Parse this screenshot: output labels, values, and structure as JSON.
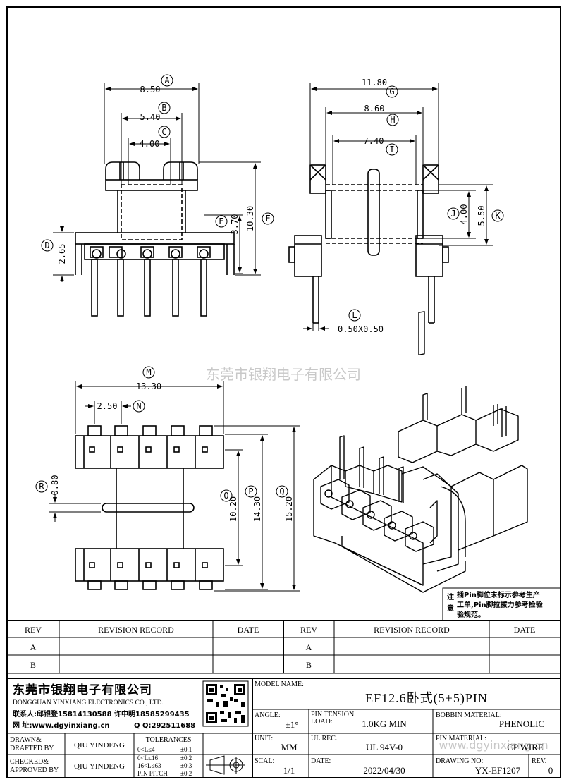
{
  "dims": {
    "A": {
      "letter": "A",
      "value": "8.50"
    },
    "B": {
      "letter": "B",
      "value": "5.40"
    },
    "C": {
      "letter": "C",
      "value": "4.00"
    },
    "D": {
      "letter": "D",
      "value": "2.65"
    },
    "E": {
      "letter": "E",
      "value": "3.70"
    },
    "F": {
      "letter": "F",
      "value": "10.30"
    },
    "G": {
      "letter": "G",
      "value": "11.80"
    },
    "H": {
      "letter": "H",
      "value": "8.60"
    },
    "I": {
      "letter": "I",
      "value": "7.40"
    },
    "J": {
      "letter": "J",
      "value": "4.00"
    },
    "K": {
      "letter": "K",
      "value": "5.50"
    },
    "L": {
      "letter": "L",
      "value": "0.50X0.50"
    },
    "M": {
      "letter": "M",
      "value": "13.30"
    },
    "N": {
      "letter": "N",
      "value": "2.50"
    },
    "O": {
      "letter": "O",
      "value": "10.20"
    },
    "P": {
      "letter": "P",
      "value": "14.30"
    },
    "Q": {
      "letter": "Q",
      "value": "15.20"
    },
    "R": {
      "letter": "R",
      "value": "0.80"
    }
  },
  "watermark": "东莞市银翔电子有限公司",
  "watermark2": "www.dgyinxiang.cn",
  "note": {
    "label": "注意",
    "line1": "插Pin脚位未标示参考生产",
    "line2": "工单,Pin脚拉拔力参考检验",
    "line3": "验规范。"
  },
  "revision": {
    "headers": [
      "REV",
      "REVISION RECORD",
      "DATE",
      "REV",
      "REVISION RECORD",
      "DATE"
    ],
    "row1": [
      "A",
      "",
      "",
      "A",
      "",
      ""
    ],
    "row2": [
      "B",
      "",
      "",
      "B",
      "",
      ""
    ]
  },
  "company": {
    "name_cn": "东莞市银翔电子有限公司",
    "name_en": "DONGGUAN YINXIANG ELECTRONICS CO., LTD.",
    "contact": "联系人:邱银登15814130588 许中明18585299435",
    "web": "网  址:www.dgyinxiang.cn",
    "qq": "Q  Q:292511688"
  },
  "titleblock": {
    "model_label": "MODEL NAME:",
    "model_value": "EF12.6卧式(5+5)PIN",
    "angle_label": "ANGLE:",
    "angle_value": "±1°",
    "pin_tension_label1": "PIN TENSION",
    "pin_tension_label2": "LOAD:",
    "pin_tension_value": "1.0KG MIN",
    "bobbin_label": "BOBBIN MATERIAL:",
    "bobbin_value": "PHENOLIC",
    "unit_label": "UNIT:",
    "unit_value": "MM",
    "ul_label": "UL REC.",
    "ul_value": "UL 94V-0",
    "pin_mat_label": "PIN MATERIAL:",
    "pin_mat_value": "CP WIRE",
    "scale_label": "SCAL:",
    "scale_value": "1/1",
    "date_label": "DATE:",
    "date_value": "2022/04/30",
    "drawing_label": "DRAWING NO:",
    "drawing_value": "YX-EF1207",
    "rev_label": "REV.",
    "rev_value": "0",
    "drawn_label1": "DRAWN&",
    "drawn_label2": "DRAFTED BY",
    "drawn_value": "QIU YINDENG",
    "checked_label1": "CHECKED&",
    "checked_label2": "APPROVED BY",
    "checked_value": "QIU YINDENG",
    "tol_title": "TOLERANCES",
    "tol_rows": [
      [
        "0<L≤4",
        "±0.1"
      ],
      [
        "0<L≤16",
        "±0.2"
      ],
      [
        "16<L≤63",
        "±0.3"
      ],
      [
        "PIN PITCH",
        "±0.2"
      ]
    ]
  }
}
